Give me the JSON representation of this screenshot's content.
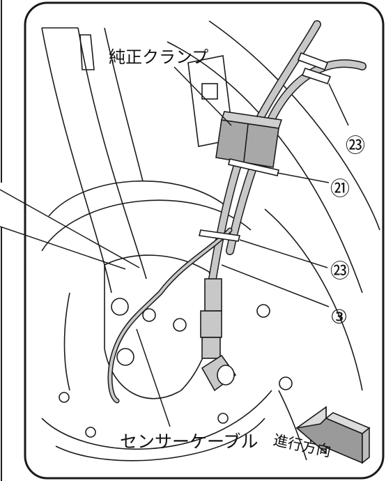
{
  "labels": {
    "genuine_clamp": "純正クランプ",
    "callout_23_top": "㉓",
    "callout_21": "㉑",
    "callout_23_mid": "㉓",
    "callout_3": "③",
    "sensor_cable": "センサーケーブル",
    "direction": "進行方向"
  },
  "colors": {
    "line": "#1a1a1a",
    "hose_fill": "#c8c8c8",
    "clamp_fill": "#a8a8a8",
    "arrow_fill": "#9a9a9a"
  }
}
